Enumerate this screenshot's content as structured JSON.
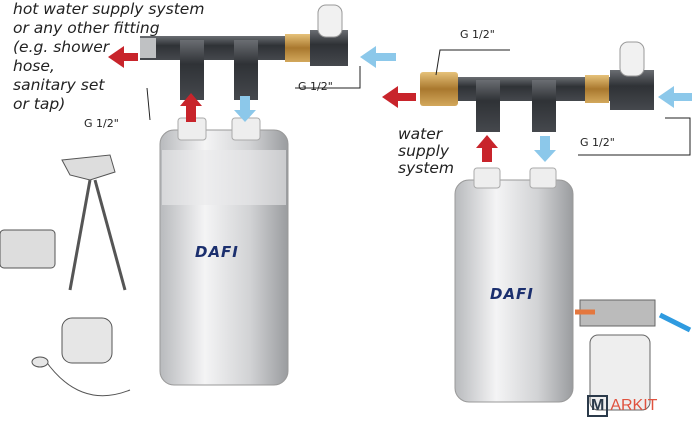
{
  "labels": {
    "outlet_lines": [
      "hot water supply system",
      "or any other fitting",
      "(e.g. shower",
      "hose,",
      "sanitary set",
      "or tap)"
    ],
    "inlet_lines": [
      "water",
      "supply",
      "system"
    ],
    "thread_left_outlet": "G 1/2\"",
    "thread_left_inlet": "G 1/2\"",
    "thread_right_outlet": "G 1/2\"",
    "thread_right_inlet": "G 1/2\""
  },
  "brand": "DAFI",
  "watermark": "MARKIT",
  "colors": {
    "hot_arrow": "#c8242b",
    "cold_arrow": "#8cc8ea",
    "fitting": "#3a3d42",
    "brass": "#c59a4a",
    "heater": "#d9dadc"
  }
}
